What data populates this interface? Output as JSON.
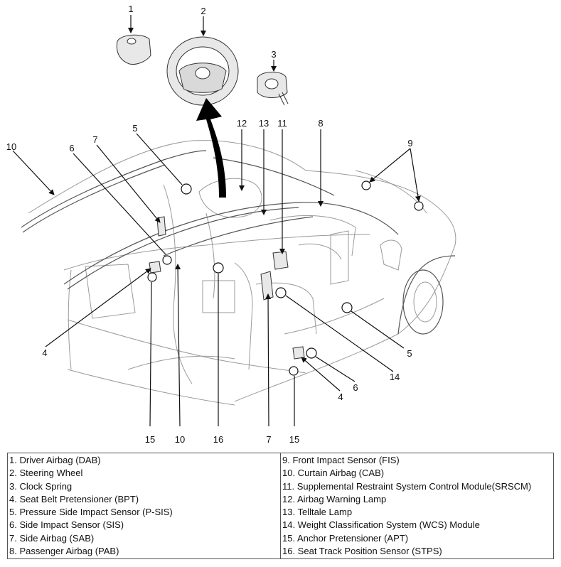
{
  "callouts": [
    {
      "id": "c1",
      "text": "1"
    },
    {
      "id": "c2",
      "text": "2"
    },
    {
      "id": "c3",
      "text": "3"
    },
    {
      "id": "c5top",
      "text": "5"
    },
    {
      "id": "c10top",
      "text": "10"
    },
    {
      "id": "c6top",
      "text": "6"
    },
    {
      "id": "c7top",
      "text": "7"
    },
    {
      "id": "c12",
      "text": "12"
    },
    {
      "id": "c13",
      "text": "13"
    },
    {
      "id": "c11",
      "text": "11"
    },
    {
      "id": "c8",
      "text": "8"
    },
    {
      "id": "c9",
      "text": "9"
    },
    {
      "id": "c4left",
      "text": "4"
    },
    {
      "id": "c5right",
      "text": "5"
    },
    {
      "id": "c14",
      "text": "14"
    },
    {
      "id": "c6right",
      "text": "6"
    },
    {
      "id": "c4right",
      "text": "4"
    },
    {
      "id": "c15left",
      "text": "15"
    },
    {
      "id": "c10bot",
      "text": "10"
    },
    {
      "id": "c16",
      "text": "16"
    },
    {
      "id": "c7bot",
      "text": "7"
    },
    {
      "id": "c15right",
      "text": "15"
    }
  ],
  "legend": {
    "left": [
      "1. Driver Airbag (DAB)",
      "2. Steering Wheel",
      "3. Clock Spring",
      "4. Seat Belt Pretensioner (BPT)",
      "5. Pressure Side Impact Sensor (P-SIS)",
      "6. Side Impact Sensor (SIS)",
      "7. Side Airbag (SAB)",
      "8. Passenger Airbag (PAB)"
    ],
    "right": [
      "9. Front Impact Sensor (FIS)",
      "10. Curtain Airbag (CAB)",
      "11. Supplemental Restraint System Control Module(SRSCM)",
      "12. Airbag Warning Lamp",
      "13. Telltale Lamp",
      "14. Weight Classification System (WCS) Module",
      "15. Anchor Pretensioner (APT)",
      "16. Seat Track Position Sensor (STPS)"
    ]
  }
}
